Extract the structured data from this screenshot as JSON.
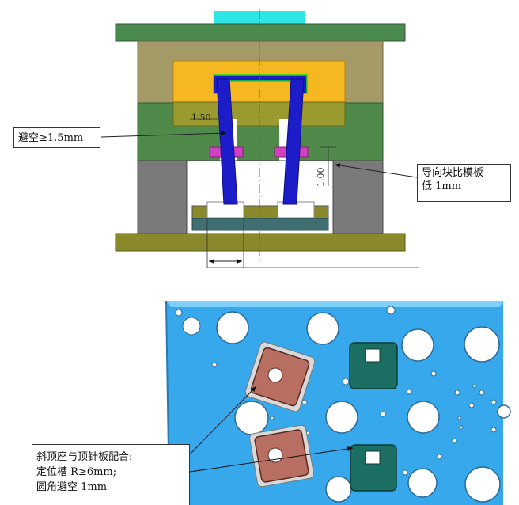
{
  "callouts": {
    "clearance": "避空≥1.5mm",
    "guide_block_line1": "导向块比模板",
    "guide_block_line2": "低 1mm",
    "plate_line1": "斜顶座与顶针板配合:",
    "plate_line2": "定位槽 R≥6mm;",
    "plate_line3": "圆角避空 1mm"
  },
  "dimensions": {
    "gap_1_50": "1.50",
    "height_1_00": "1.00"
  },
  "colors": {
    "top_plate": "#4b8a4f",
    "cavity_plate": "#a39a68",
    "insert_yellow": "#f5b820",
    "core_plate": "#4f8a4a",
    "core_insert": "#9a9a2e",
    "lifter_blue": "#1c1cc8",
    "magenta_block": "#d040c0",
    "support_gray": "#7a7a7a",
    "base_plate": "#8a8a2c",
    "ejector_plate": "#3f6f70",
    "cyan_bar": "#2fe6e6",
    "bottom_plate_blue": "#38a8ec",
    "seat_brown": "#b86f62",
    "guide_teal": "#1a6e62"
  }
}
